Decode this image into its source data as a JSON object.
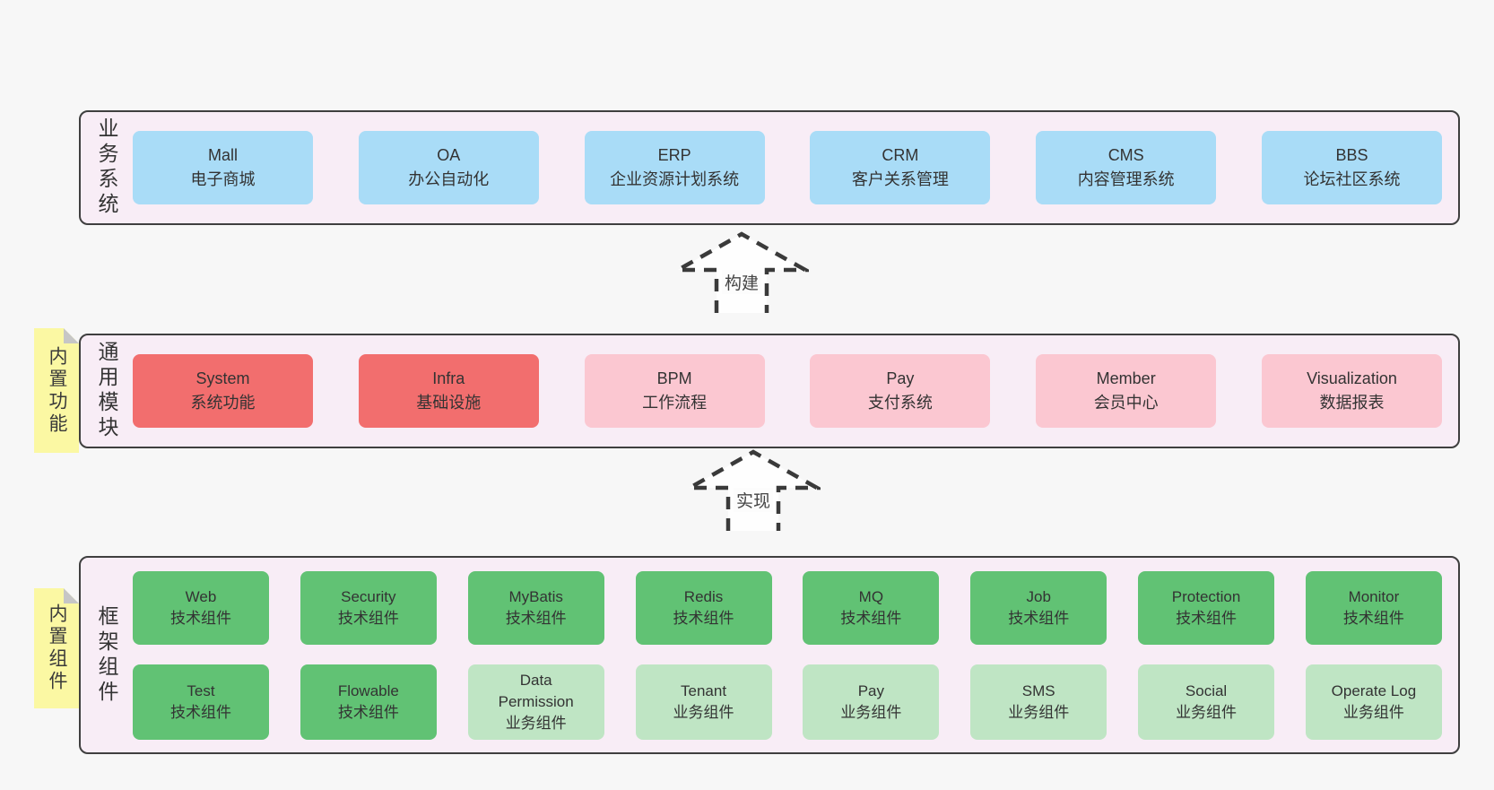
{
  "colors": {
    "background": "#f7f7f7",
    "panel_fill": "#f8edf6",
    "panel_border": "#3f3f3f",
    "blue": "#a9dcf7",
    "red": "#f26e6e",
    "pink": "#fbc7d1",
    "green": "#61c274",
    "light_green": "#bfe5c4",
    "note_yellow": "#fbf8a3",
    "note_fold": "#c6c6c6",
    "text": "#333333"
  },
  "layers": [
    {
      "side_label": "业务系统",
      "boxes": [
        {
          "name": "Mall",
          "desc": "电子商城",
          "variant": "blue"
        },
        {
          "name": "OA",
          "desc": "办公自动化",
          "variant": "blue"
        },
        {
          "name": "ERP",
          "desc": "企业资源计划系统",
          "variant": "blue"
        },
        {
          "name": "CRM",
          "desc": "客户关系管理",
          "variant": "blue"
        },
        {
          "name": "CMS",
          "desc": "内容管理系统",
          "variant": "blue"
        },
        {
          "name": "BBS",
          "desc": "论坛社区系统",
          "variant": "blue"
        }
      ]
    },
    {
      "side_label": "通用模块",
      "sticky_note": "内置功能",
      "boxes": [
        {
          "name": "System",
          "desc": "系统功能",
          "variant": "red"
        },
        {
          "name": "Infra",
          "desc": "基础设施",
          "variant": "red"
        },
        {
          "name": "BPM",
          "desc": "工作流程",
          "variant": "pink"
        },
        {
          "name": "Pay",
          "desc": "支付系统",
          "variant": "pink"
        },
        {
          "name": "Member",
          "desc": "会员中心",
          "variant": "pink"
        },
        {
          "name": "Visualization",
          "desc": "数据报表",
          "variant": "pink"
        }
      ]
    },
    {
      "side_label": "框架组件",
      "sticky_note": "内置组件",
      "rows": [
        [
          {
            "name": "Web",
            "desc": "技术组件",
            "variant": "green"
          },
          {
            "name": "Security",
            "desc": "技术组件",
            "variant": "green"
          },
          {
            "name": "MyBatis",
            "desc": "技术组件",
            "variant": "green"
          },
          {
            "name": "Redis",
            "desc": "技术组件",
            "variant": "green"
          },
          {
            "name": "MQ",
            "desc": "技术组件",
            "variant": "green"
          },
          {
            "name": "Job",
            "desc": "技术组件",
            "variant": "green"
          },
          {
            "name": "Protection",
            "desc": "技术组件",
            "variant": "green"
          },
          {
            "name": "Monitor",
            "desc": "技术组件",
            "variant": "green"
          }
        ],
        [
          {
            "name": "Test",
            "desc": "技术组件",
            "variant": "green"
          },
          {
            "name": "Flowable",
            "desc": "技术组件",
            "variant": "green"
          },
          {
            "name": "Data Permission",
            "desc": "业务组件",
            "variant": "light-green"
          },
          {
            "name": "Tenant",
            "desc": "业务组件",
            "variant": "light-green"
          },
          {
            "name": "Pay",
            "desc": "业务组件",
            "variant": "light-green"
          },
          {
            "name": "SMS",
            "desc": "业务组件",
            "variant": "light-green"
          },
          {
            "name": "Social",
            "desc": "业务组件",
            "variant": "light-green"
          },
          {
            "name": "Operate Log",
            "desc": "业务组件",
            "variant": "light-green"
          }
        ]
      ]
    }
  ],
  "arrows": [
    {
      "label": "构建"
    },
    {
      "label": "实现"
    }
  ]
}
